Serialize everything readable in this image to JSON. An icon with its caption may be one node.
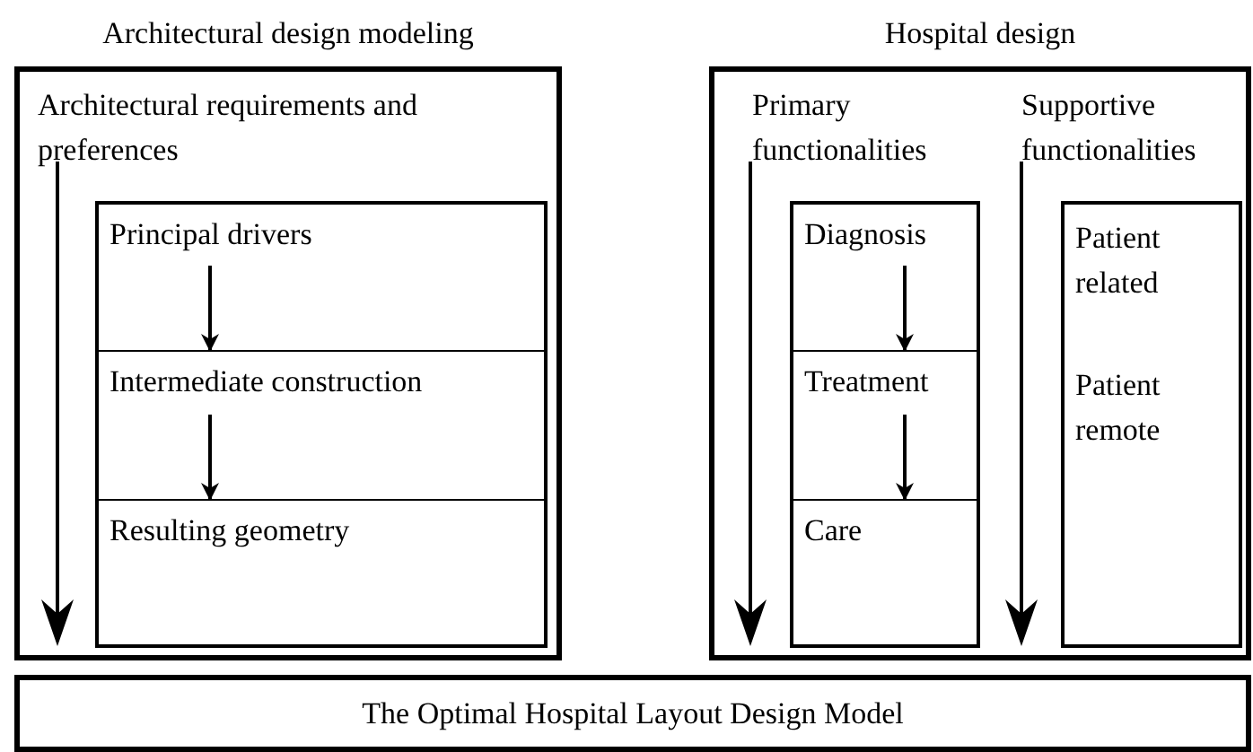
{
  "diagram": {
    "nodes": [
      {
        "text": [
          "Architectural design modeling",
          "Architectural requirements and preferences"
        ]
      },
      {
        "text": [
          "Principal drivers"
        ],
        "in": 0
      },
      {
        "text": [
          "Intermediate construction"
        ],
        "in": 0
      },
      {
        "text": [
          "Resulting geometry"
        ],
        "in": 0
      },
      {
        "text": [
          "Hospital design",
          "Primary functionalities",
          "Supportive functionalities"
        ]
      },
      {
        "text": [
          "Diagnosis"
        ],
        "in": 4
      },
      {
        "text": [
          "Treatment"
        ],
        "in": 4
      },
      {
        "text": [
          "Care"
        ],
        "in": 4
      },
      {
        "text": [
          "Patient related",
          "Patient remote"
        ],
        "in": 4
      },
      {
        "text": [
          "The Optimal Hospital Layout Design Model"
        ]
      }
    ],
    "edges": [
      {
        "from": 1,
        "to": 2,
        "arrow": "to"
      },
      {
        "from": 2,
        "to": 3,
        "arrow": "to"
      },
      {
        "from": 5,
        "to": 6,
        "arrow": "to"
      },
      {
        "from": 6,
        "to": 7,
        "arrow": "to"
      }
    ]
  }
}
